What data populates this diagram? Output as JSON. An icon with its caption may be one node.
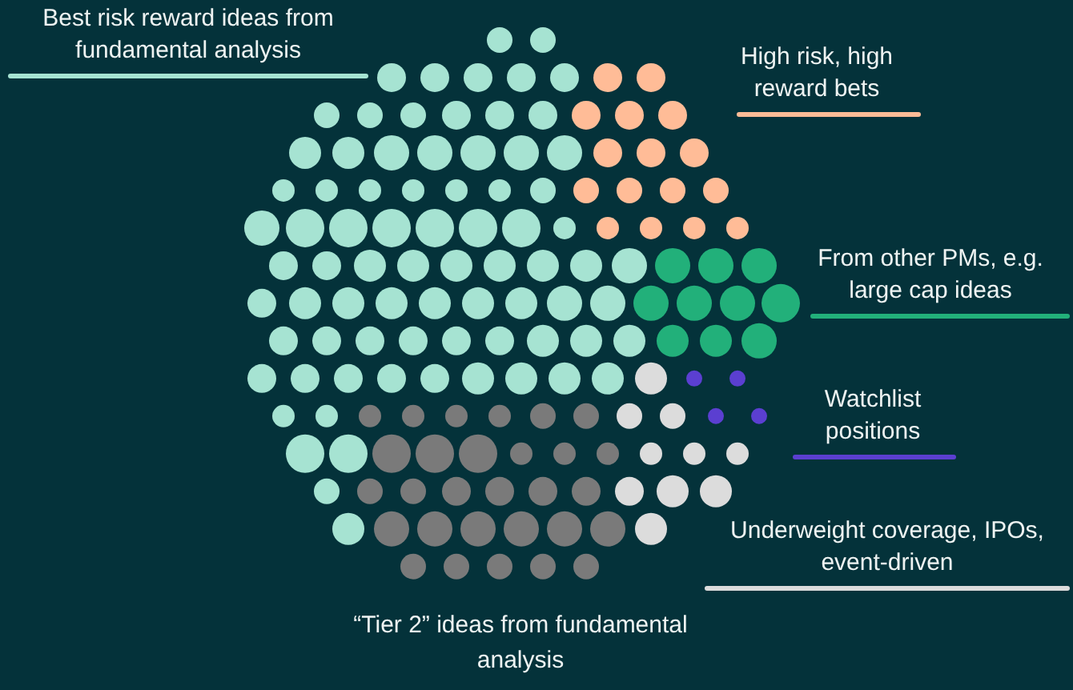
{
  "diagram": {
    "labels": [
      "“Tier 2” ideas from fundamental analysis"
    ],
    "legend": [
      {
        "text": "Best risk reward ideas from fundamental analysis",
        "color": "#a6e3d2"
      },
      {
        "text": "High risk, high reward bets",
        "color": "#ffbc97"
      },
      {
        "text": "From other PMs, e.g. large cap ideas",
        "color": "#22b07a"
      },
      {
        "text": "Watchlist positions",
        "color": "#5b3fd1"
      },
      {
        "text": "Underweight coverage, IPOs, event-driven",
        "color": "#dcdcdc"
      }
    ]
  }
}
